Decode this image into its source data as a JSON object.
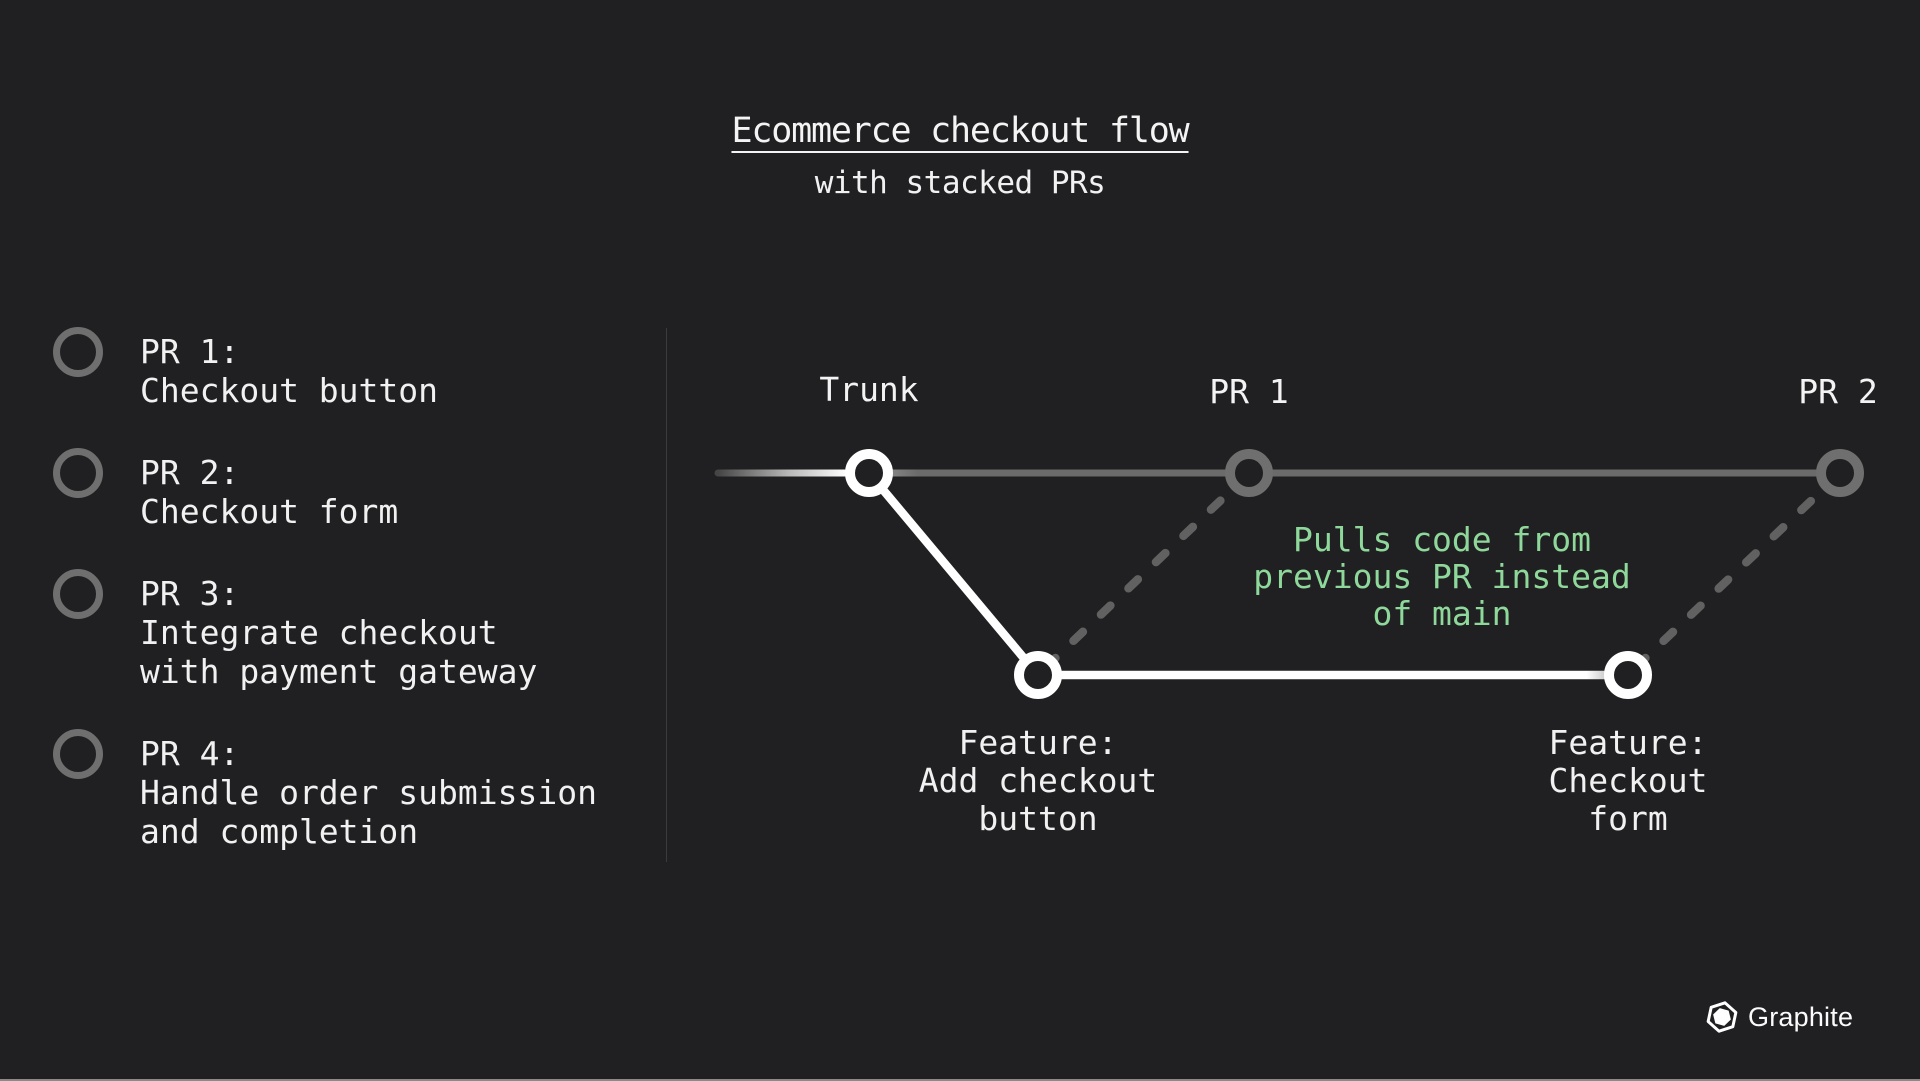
{
  "title": {
    "main": "Ecommerce checkout flow",
    "sub": "with stacked PRs"
  },
  "pr_list": {
    "items": [
      {
        "label": "PR 1:\nCheckout button"
      },
      {
        "label": "PR 2:\nCheckout form"
      },
      {
        "label": "PR 3:\nIntegrate checkout\nwith payment gateway"
      },
      {
        "label": "PR 4:\nHandle order submission\nand completion"
      }
    ]
  },
  "graph": {
    "branch_labels": {
      "trunk": "Trunk",
      "pr1": "PR 1",
      "pr2": "PR 2"
    },
    "node_labels": {
      "feature1": "Feature:\nAdd checkout\nbutton",
      "feature2": "Feature:\nCheckout\nform"
    },
    "annotation": "Pulls code from\nprevious PR instead\nof main"
  },
  "footer": {
    "brand": "Graphite"
  },
  "colors": {
    "background": "#201f21",
    "text": "#f2f1f2",
    "annotation_green": "#8fd89b",
    "line_gray": "#6b6b6b",
    "node_white": "#ffffff",
    "divider": "#3b3b3b"
  },
  "icons": {
    "list_bullet": "circle-outline-icon",
    "brand": "graphite-hexagon-icon"
  }
}
